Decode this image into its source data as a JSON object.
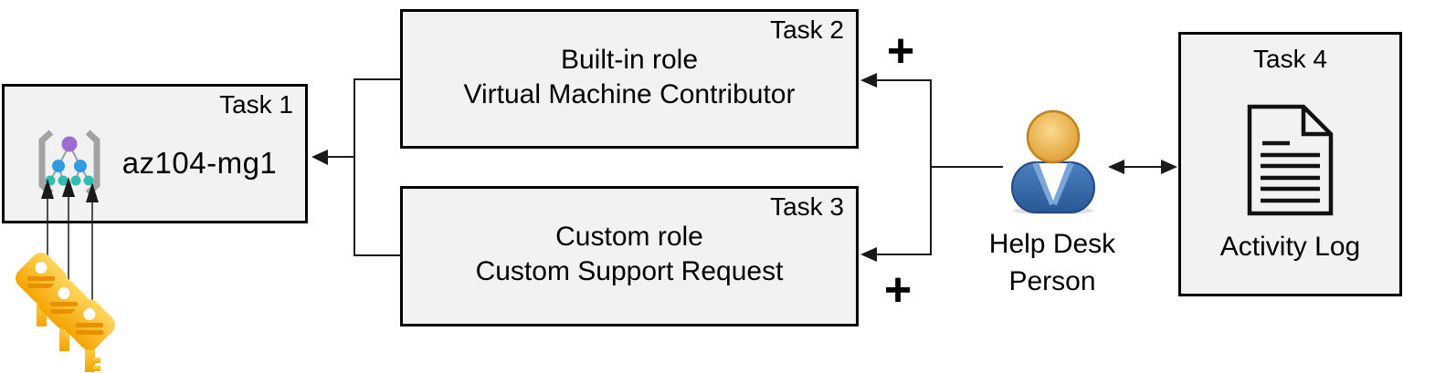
{
  "task1": {
    "label": "Task 1",
    "name": "az104-mg1",
    "icon": "management-group-icon"
  },
  "task2": {
    "label": "Task 2",
    "line1": "Built-in role",
    "line2": "Virtual Machine Contributor"
  },
  "task3": {
    "label": "Task 3",
    "line1": "Custom role",
    "line2": "Custom Support Request"
  },
  "task4": {
    "label": "Task 4",
    "caption": "Activity Log",
    "icon": "document-icon"
  },
  "person": {
    "line1": "Help Desk",
    "line2": "Person",
    "icon": "person-icon"
  },
  "plus_top": "+",
  "plus_bottom": "+",
  "keys": {
    "icon": "keys-icon",
    "count": 3
  },
  "colors": {
    "box_fill": "#f2f2f2",
    "box_border": "#000000",
    "connector": "#1a1a1a",
    "key_gold_light": "#ffd75e",
    "key_gold_dark": "#f5a300",
    "key_ridge": "#e89000",
    "person_head_light": "#fbd98e",
    "person_head_dark": "#dd9929",
    "person_body_light": "#4a7fc1",
    "person_body_dark": "#2b5796",
    "mg_bracket": "#a3a3a3",
    "mg_node_top": "#9d6ed0",
    "mg_node_mid": "#2e9be6",
    "mg_node_leaf": "#2cc0b0"
  }
}
